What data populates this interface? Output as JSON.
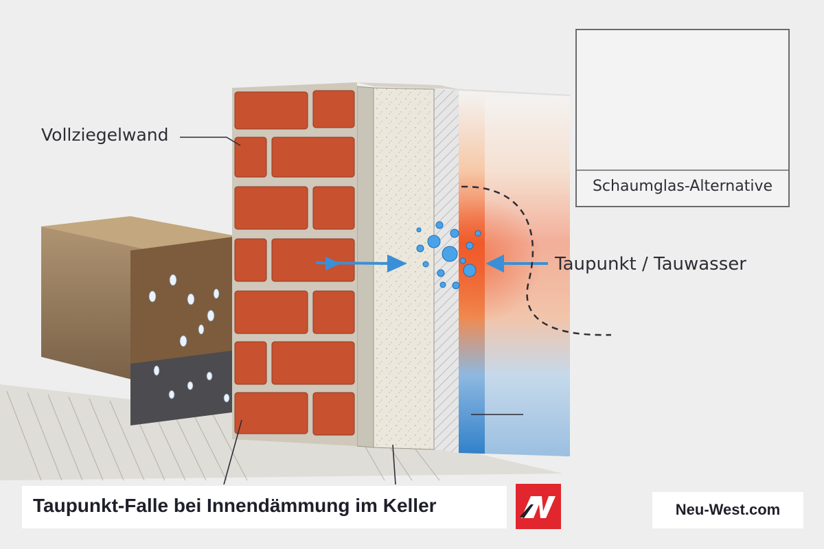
{
  "labels": {
    "wall": "Vollziegelwand",
    "dew_point": "Taupunkt / Tauwasser",
    "inset_title": "Schaumglas-Alternative"
  },
  "title": "Taupunkt-Falle bei Innendämmung im Keller",
  "brand": {
    "logo_text": "NW",
    "site": "Neu-West.com",
    "color": "#e1262d"
  },
  "colors": {
    "brick": "#c8512f",
    "mortar": "#c9c4b8",
    "warm": "#f05a2a",
    "cold": "#2f7fc9",
    "arrow": "#3a8fd6",
    "soil": "#8a6a47"
  }
}
